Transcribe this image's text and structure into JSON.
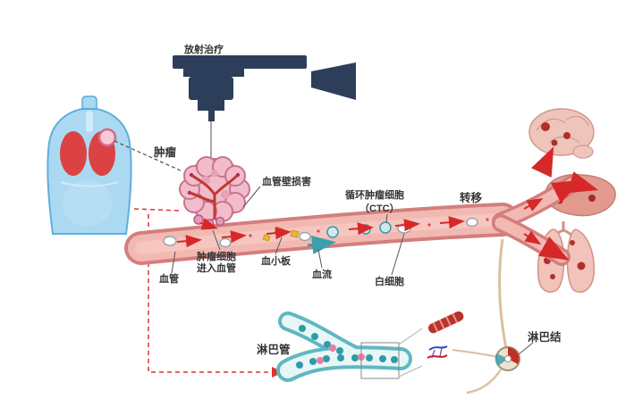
{
  "diagram": {
    "title_hint": "tumor radiation therapy and metastasis schematic",
    "labels": {
      "radiation_therapy": "放射治疗",
      "tumor": "肿瘤",
      "vessel_wall_damage": "血管壁损害",
      "ctc_line1": "循环肿瘤细胞",
      "ctc_line2": "（CTC）",
      "metastasis": "转移",
      "tumor_cells_enter_line1": "肿瘤细胞",
      "tumor_cells_enter_line2": "进入血管",
      "blood_vessel": "血管",
      "platelet": "血小板",
      "blood_flow": "血流",
      "white_blood_cell": "白细胞",
      "lymphatic_vessel": "淋巴管",
      "lymph_node": "淋巴结"
    },
    "colors": {
      "accent_red": "#d62828",
      "vessel_pink": "#d47e7e",
      "vessel_inner": "#f2b9b2",
      "machine_navy": "#2c3e5a",
      "body_blue": "#a8d8f2",
      "lymph_teal": "#3a9fae",
      "tumor_pink": "#f2bccb",
      "label_text": "#333333"
    }
  }
}
